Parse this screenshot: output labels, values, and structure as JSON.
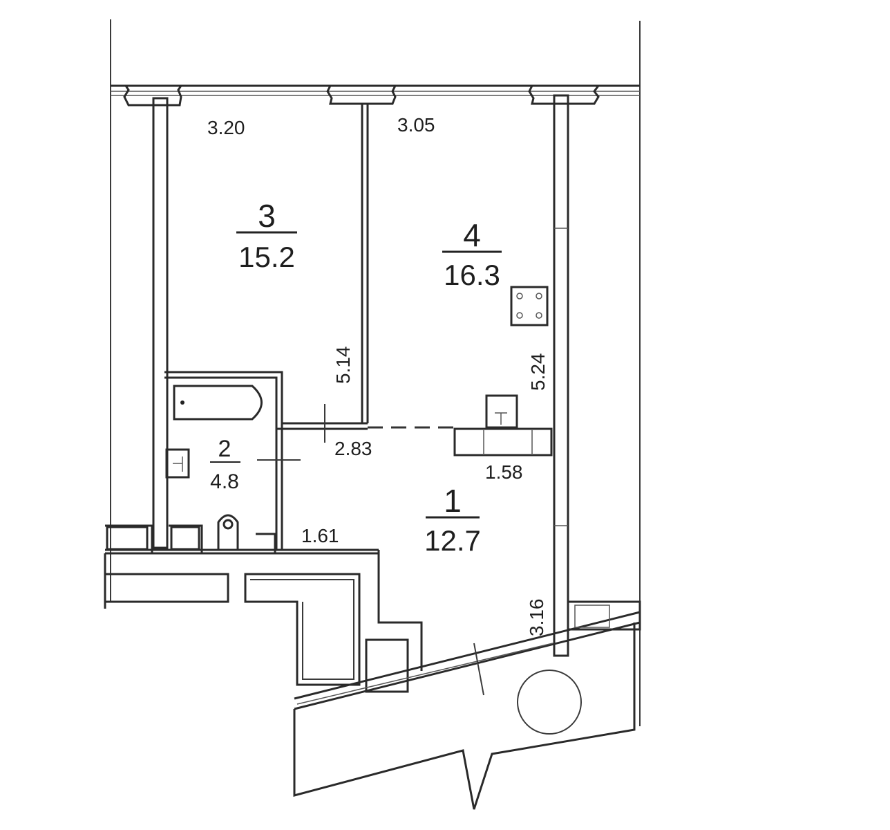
{
  "floor_plan": {
    "rooms": [
      {
        "id": "1",
        "number": "1",
        "area": "12.7"
      },
      {
        "id": "2",
        "number": "2",
        "area": "4.8"
      },
      {
        "id": "3",
        "number": "3",
        "area": "15.2"
      },
      {
        "id": "4",
        "number": "4",
        "area": "16.3"
      }
    ],
    "dimensions": {
      "room3_width": "3.20",
      "room4_width": "3.05",
      "room3_length": "5.14",
      "room4_length": "5.24",
      "hall_width": "2.83",
      "kitchen_counter": "1.58",
      "hall_corridor": "1.61",
      "hall_depth": "3.16"
    },
    "fixtures": {
      "stove": "stove-icon",
      "sink": "sink-icon",
      "bathtub": "bathtub-icon",
      "toilet": "toilet-icon",
      "washbasin": "washbasin-icon"
    },
    "colors": {
      "line": "#2a2a2a",
      "background": "#ffffff"
    }
  }
}
